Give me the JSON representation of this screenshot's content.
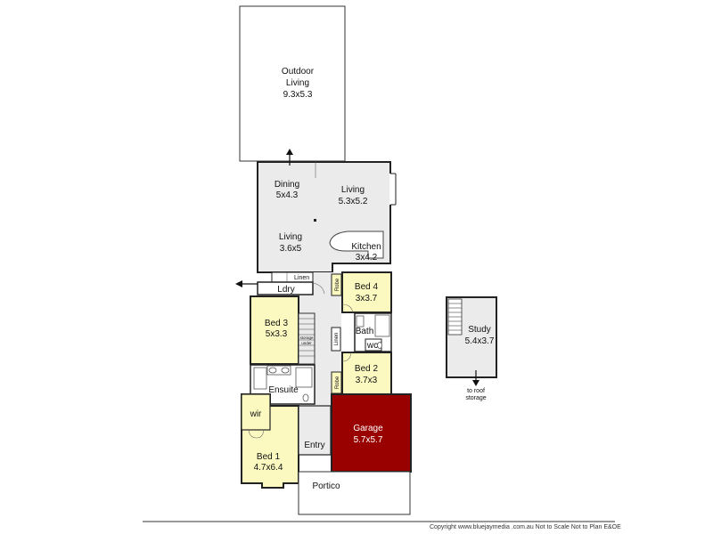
{
  "rooms": {
    "outdoor": {
      "line1": "Outdoor",
      "line2": "Living",
      "dim": "9.3x5.3"
    },
    "dining": {
      "name": "Dining",
      "dim": "5x4.3"
    },
    "living_main": {
      "name": "Living",
      "dim": "5.3x5.2"
    },
    "living_small": {
      "name": "Living",
      "dim": "3.6x5"
    },
    "kitchen": {
      "name": "Kitchen",
      "dim": "3x4.2"
    },
    "linen_top": {
      "name": "Linen"
    },
    "laundry": {
      "name": "Ldry"
    },
    "bed4": {
      "name": "Bed 4",
      "dim": "3x3.7"
    },
    "robe_bed4": {
      "name": "Robe"
    },
    "bed3": {
      "name": "Bed 3",
      "dim": "5x3.3"
    },
    "storage": {
      "line1": "storage",
      "line2": "under"
    },
    "linen_mid": {
      "name": "Linen"
    },
    "bath": {
      "name": "Bath"
    },
    "wc": {
      "name": "wc"
    },
    "bed2": {
      "name": "Bed 2",
      "dim": "3.7x3"
    },
    "robe_bed2": {
      "name": "Robe"
    },
    "ensuite": {
      "name": "Ensuite"
    },
    "wir": {
      "name": "wir"
    },
    "bed1": {
      "name": "Bed 1",
      "dim": "4.7x6.4"
    },
    "entry": {
      "name": "Entry"
    },
    "garage": {
      "name": "Garage",
      "dim": "5.7x5.7"
    },
    "portico": {
      "name": "Portico"
    },
    "study": {
      "name": "Study",
      "dim": "5.4x3.7"
    },
    "roof_storage": {
      "line1": "to roof",
      "line2": "storage"
    }
  },
  "footer": {
    "text": "Copyright www.bluejaymedia .com.au   Not to Scale Not to Plan E&OE"
  },
  "colors": {
    "living": "#ebebeb",
    "bedroom": "#fbf9c0",
    "garage": "#990000",
    "wall": "#222222"
  }
}
